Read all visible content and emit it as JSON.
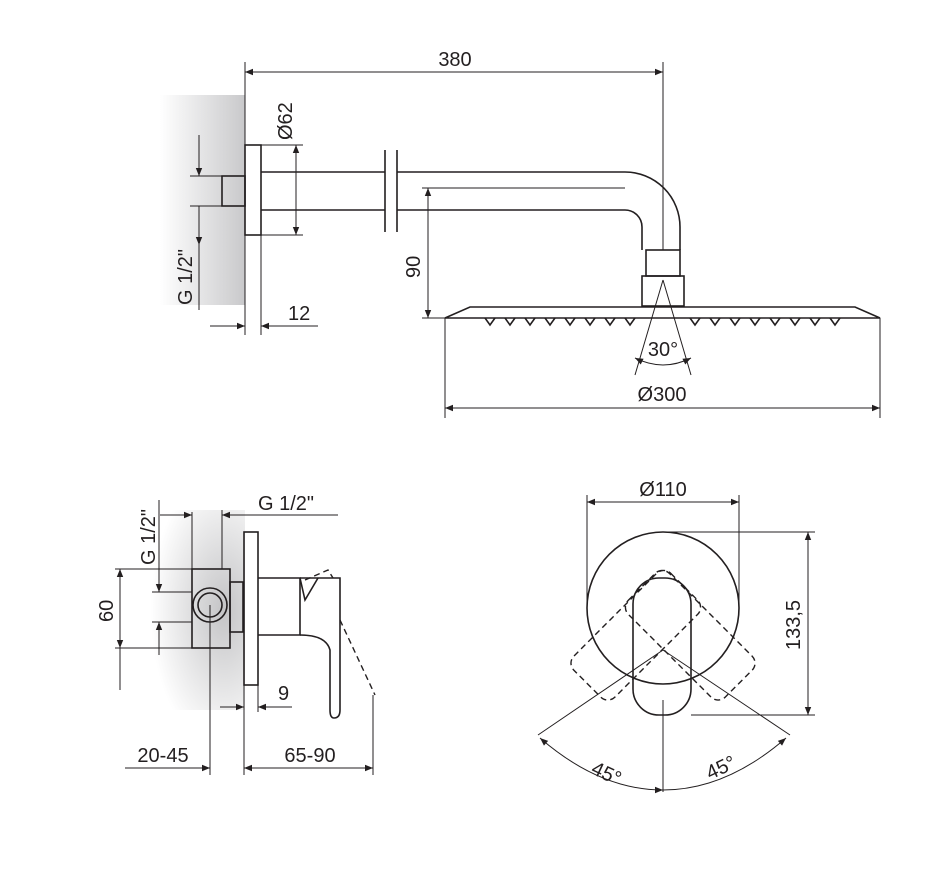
{
  "shower_arm": {
    "length": "380",
    "flange_diameter": "Ø62",
    "thread": "G 1/2\"",
    "flange_depth": "12",
    "drop": "90",
    "spray_angle": "30°",
    "head_diameter": "Ø300"
  },
  "mixer_side": {
    "thread_vertical": "G 1/2\"",
    "thread_horizontal": "G 1/2\"",
    "height": "60",
    "plate_offset": "9",
    "wall_depth": "20-45",
    "projection": "65-90"
  },
  "mixer_front": {
    "plate_diameter": "Ø110",
    "height": "133,5",
    "angle_left": "45°",
    "angle_right": "45°"
  }
}
